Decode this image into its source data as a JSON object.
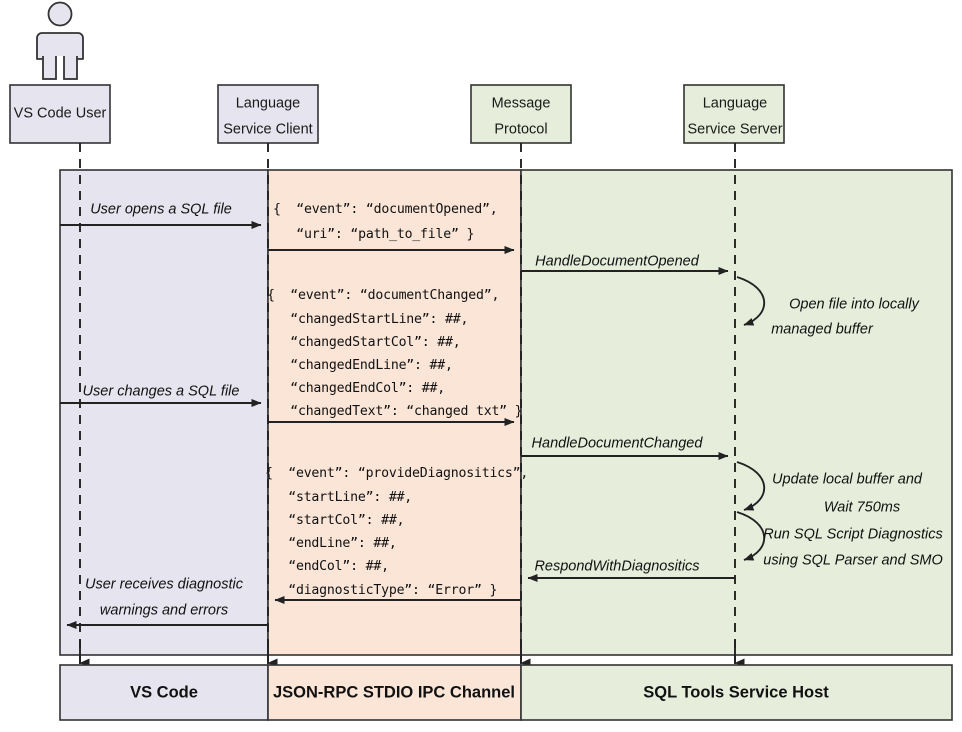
{
  "diagram": {
    "title": "SQL Tools Service Language Service Sequence Diagram",
    "type": "sequence-diagram",
    "colors": {
      "lane_vscode": "#e6e4ef",
      "lane_ipc": "#fae5d7",
      "lane_service": "#e6eedb",
      "stroke": "#333333",
      "text": "#111111"
    }
  },
  "actor": {
    "name": "vs-code-user-actor"
  },
  "participants": [
    {
      "id": "vs-code-user",
      "line1": "VS Code User",
      "line2": ""
    },
    {
      "id": "language-service-client",
      "line1": "Language",
      "line2": "Service Client"
    },
    {
      "id": "message-protocol",
      "line1": "Message",
      "line2": "Protocol"
    },
    {
      "id": "language-service-server",
      "line1": "Language",
      "line2": "Service Server"
    }
  ],
  "lanes": [
    {
      "id": "lane-vscode",
      "label": "VS Code"
    },
    {
      "id": "lane-ipc",
      "label": "JSON-RPC STDIO IPC Channel"
    },
    {
      "id": "lane-service",
      "label": "SQL Tools Service Host"
    }
  ],
  "messages": [
    {
      "id": "msg-user-opens",
      "label": "User opens a SQL file"
    },
    {
      "id": "msg-handle-document-opened",
      "label": "HandleDocumentOpened"
    },
    {
      "id": "msg-user-changes",
      "label": "User changes a SQL file"
    },
    {
      "id": "msg-handle-document-changed",
      "label": "HandleDocumentChanged"
    },
    {
      "id": "msg-respond-with-diagnostics",
      "label": "RespondWithDiagnositics"
    },
    {
      "id": "msg-user-receives-1",
      "label": "User receives diagnostic"
    },
    {
      "id": "msg-user-receives-2",
      "label": "warnings and errors"
    }
  ],
  "self_notes": [
    {
      "id": "note-open-file-1",
      "label": "Open file into locally"
    },
    {
      "id": "note-open-file-2",
      "label": "managed buffer"
    },
    {
      "id": "note-update-buffer-1",
      "label": "Update local buffer and"
    },
    {
      "id": "note-update-buffer-2",
      "label": "Wait 750ms"
    },
    {
      "id": "note-run-diagnostics-1",
      "label": "Run SQL Script Diagnostics"
    },
    {
      "id": "note-run-diagnostics-2",
      "label": "using SQL Parser and SMO"
    }
  ],
  "payloads": [
    {
      "id": "payload-document-opened",
      "lines": [
        "{  “event”: “documentOpened”,",
        "   “uri”: “path_to_file” }"
      ]
    },
    {
      "id": "payload-document-changed",
      "lines": [
        "{  “event”: “documentChanged”,",
        "   “changedStartLine”: ##,",
        "   “changedStartCol”: ##,",
        "   “changedEndLine”: ##,",
        "   “changedEndCol”: ##,",
        "   “changedText”: “changed txt” }"
      ]
    },
    {
      "id": "payload-provide-diagnostics",
      "lines": [
        "{  “event”: “provideDiagnositics”,",
        "   “startLine”: ##,",
        "   “startCol”: ##,",
        "   “endLine”: ##,",
        "   “endCol”: ##,",
        "   “diagnosticType”: “Error” }"
      ]
    }
  ]
}
